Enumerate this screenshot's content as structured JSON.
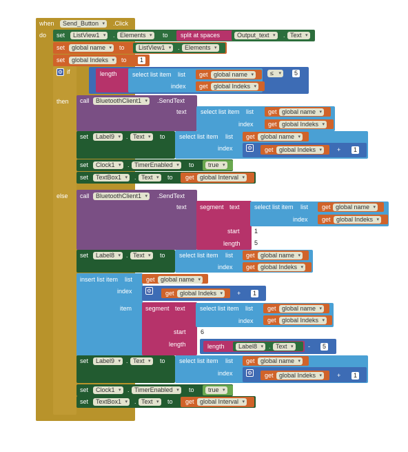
{
  "event": {
    "when": "when",
    "component": "Send_Button",
    "event": ".Click",
    "do": "do"
  },
  "kw": {
    "set": "set",
    "get": "get",
    "to": "to",
    "call": "call",
    "if": "if",
    "then": "then",
    "else": "else",
    "length": "length",
    "list": "list",
    "index": "index",
    "text": "text",
    "item": "item",
    "start": "start",
    "split": "split at spaces",
    "select": "select list item",
    "segment": "segment",
    "insert": "insert list item",
    "dot": ".",
    "plus": "+",
    "minus": "-",
    "lte": "≤"
  },
  "props": {
    "listview": "ListView1",
    "elements": "Elements",
    "output": "Output_text",
    "text": "Text",
    "gname": "global name",
    "gidx": "global Indeks",
    "bt": "BluetoothClient1",
    "sendtext": ".SendText",
    "label9": "Label9",
    "label8": "Label8",
    "clock": "Clock1",
    "timer": "TimerEnabled",
    "true": "true",
    "textbox": "TextBox1",
    "ginterval": "global Interval"
  },
  "nums": {
    "one": "1",
    "five": "5",
    "six": "6"
  }
}
